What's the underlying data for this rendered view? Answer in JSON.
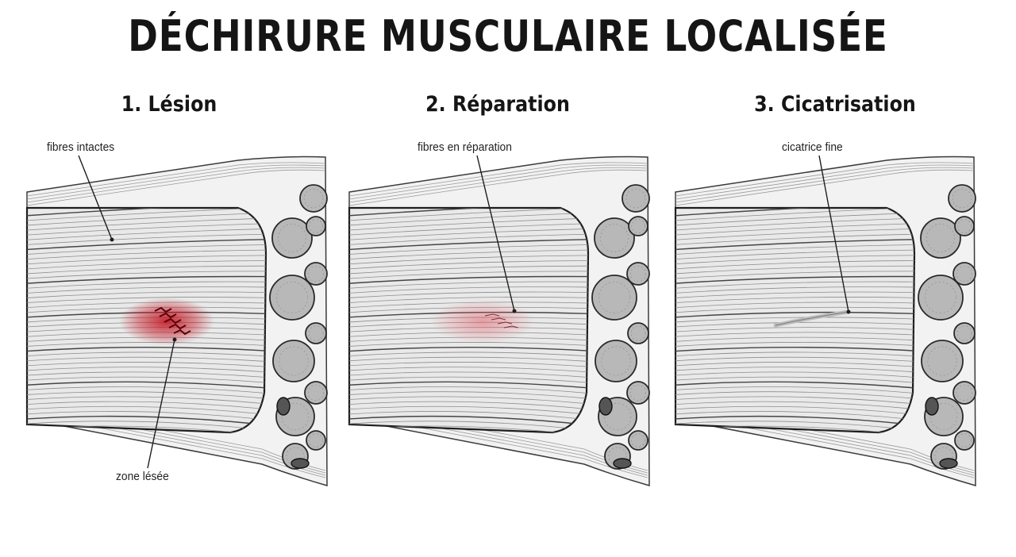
{
  "title": "DÉCHIRURE MUSCULAIRE LOCALISÉE",
  "panels": [
    {
      "heading": "1. Lésion",
      "labels": [
        "fibres intactes",
        "zone lésée"
      ],
      "state": "lesion"
    },
    {
      "heading": "2. Réparation",
      "labels": [
        "fibres en réparation"
      ],
      "state": "repair"
    },
    {
      "heading": "3. Cicatrisation",
      "labels": [
        "cicatrice fine"
      ],
      "state": "scar"
    }
  ],
  "colors": {
    "lesion": "#c41e2a",
    "repair": "#e0606a",
    "scar": "#cfcfcf",
    "ink": "#1e1e1e"
  }
}
